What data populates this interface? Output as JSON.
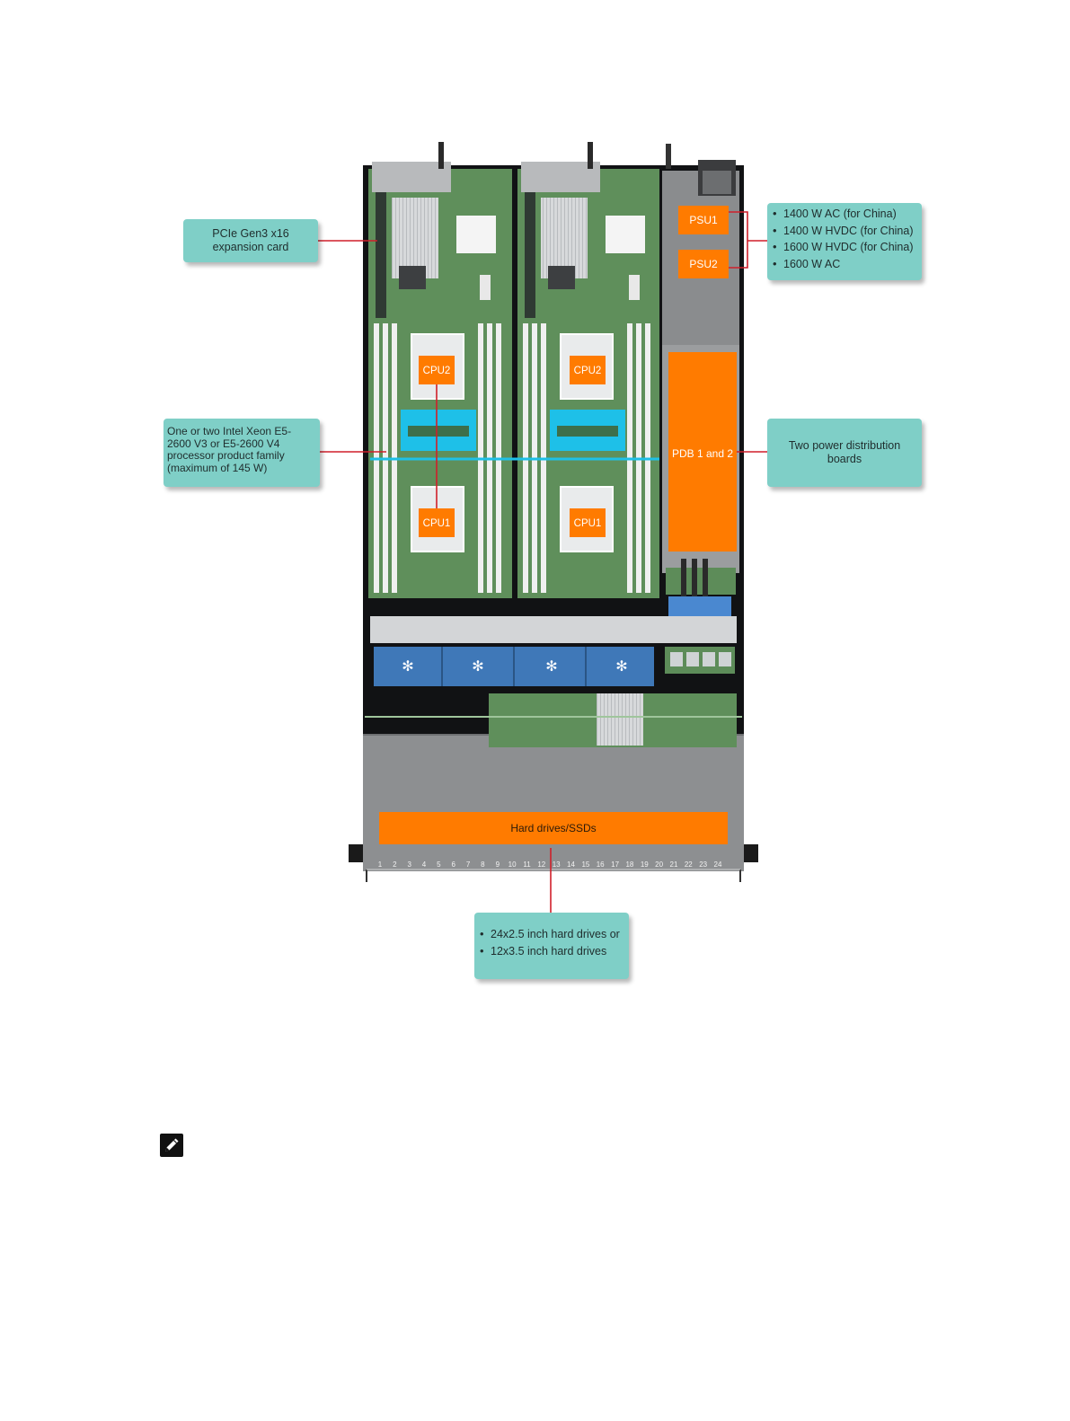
{
  "callouts": {
    "pcie": "PCIe Gen3 x16 expansion card",
    "cpu": "One or two Intel Xeon E5-2600 V3 or E5-2600 V4 processor product family (maximum of 145 W)",
    "psu_options": [
      "1400 W AC (for China)",
      "1400 W HVDC (for China)",
      "1600 W HVDC (for China)",
      "1600 W AC"
    ],
    "pdb": "Two power distribution boards",
    "drive_options": [
      "24x2.5 inch hard drives or",
      "12x3.5 inch hard drives"
    ]
  },
  "labels": {
    "psu1": "PSU1",
    "psu2": "PSU2",
    "pdb": "PDB 1 and 2",
    "cpu1": "CPU1",
    "cpu2": "CPU2",
    "drives": "Hard drives/SSDs"
  },
  "drive_bay_numbers": [
    "1",
    "2",
    "3",
    "4",
    "5",
    "6",
    "7",
    "8",
    "9",
    "10",
    "11",
    "12",
    "13",
    "14",
    "15",
    "16",
    "17",
    "18",
    "19",
    "20",
    "21",
    "22",
    "23",
    "24"
  ],
  "colors": {
    "callout": "#7fcfc7",
    "highlight": "#ff7b00",
    "leader": "#d01f2a",
    "board": "#5f8f5b",
    "chassis": "#8a8c8e",
    "fan": "#3f78b8",
    "cooling": "#1ec0e8"
  },
  "icons": {
    "note": "pencil-note-icon"
  }
}
